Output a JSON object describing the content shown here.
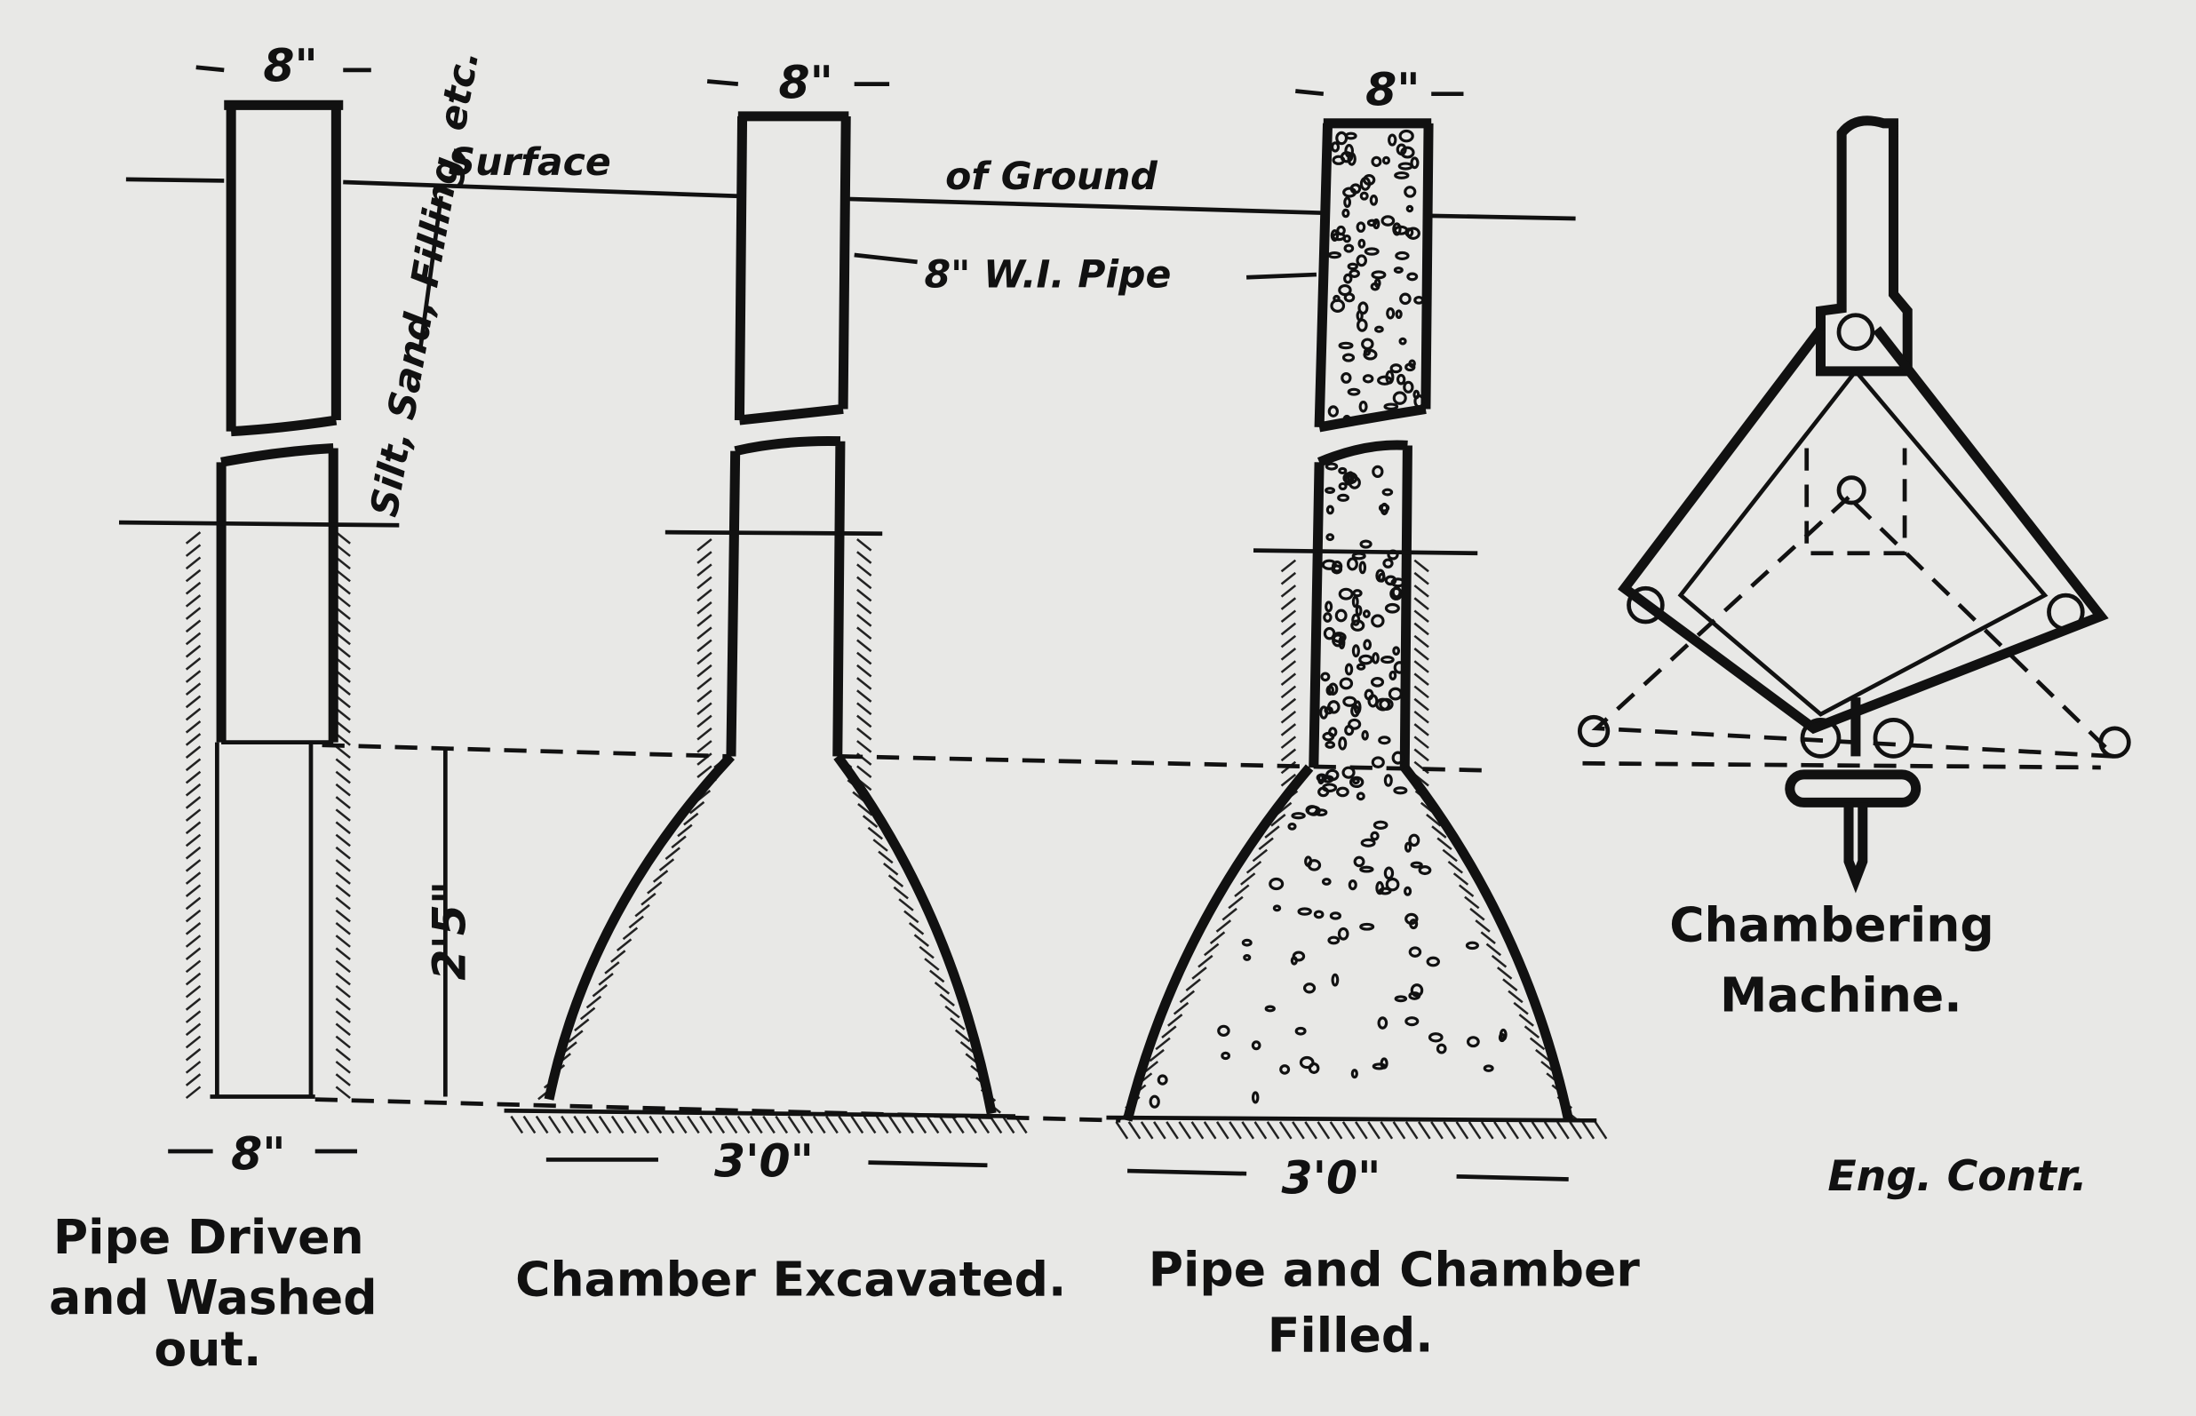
{
  "figure": {
    "surface_label": "Surface",
    "ground_label": "of Ground",
    "pipe_label": "8\" W.I. Pipe",
    "fill_label": "Silt, Sand, Filling, etc.",
    "pipe1_top_width": "8\"",
    "pipe2_top_width": "8\"",
    "pipe3_top_width": "8\"",
    "pipe1_bottom_width": "8\"",
    "depth_dimension": "2'5\"",
    "chamber2_width": "3'0\"",
    "chamber3_width": "3'0\"",
    "caption_1": [
      "Pipe Driven",
      "and Washed",
      "out."
    ],
    "caption_2": "Chamber Excavated.",
    "caption_3": [
      "Pipe and Chamber",
      "Filled."
    ],
    "caption_4": [
      "Chambering",
      "Machine."
    ],
    "credit": "Eng. Contr."
  }
}
